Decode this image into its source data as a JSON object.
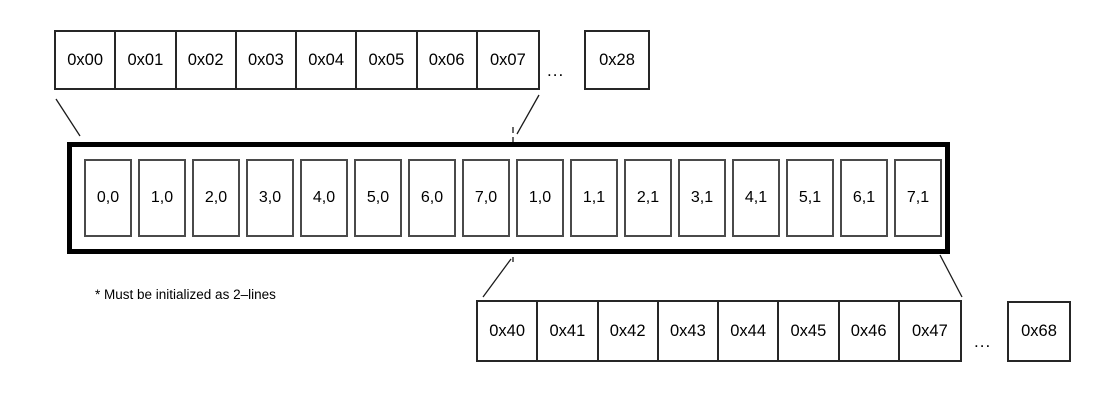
{
  "top_row": {
    "cells": [
      "0x00",
      "0x01",
      "0x02",
      "0x03",
      "0x04",
      "0x05",
      "0x06",
      "0x07"
    ],
    "ellipsis": "...",
    "last_cell": "0x28"
  },
  "buffer": {
    "cells": [
      "0,0",
      "1,0",
      "2,0",
      "3,0",
      "4,0",
      "5,0",
      "6,0",
      "7,0",
      "1,0",
      "1,1",
      "2,1",
      "3,1",
      "4,1",
      "5,1",
      "6,1",
      "7,1"
    ]
  },
  "bottom_row": {
    "cells": [
      "0x40",
      "0x41",
      "0x42",
      "0x43",
      "0x44",
      "0x45",
      "0x46",
      "0x47"
    ],
    "ellipsis": "...",
    "last_cell": "0x68"
  },
  "note": "* Must be initialized as 2–lines",
  "colors": {
    "background": "#ffffff",
    "text": "#000000",
    "thick_border": "#000000",
    "row_border": "#262626",
    "inner_cell_border": "#4a4a4a",
    "connector_line": "#1a1a1a"
  }
}
